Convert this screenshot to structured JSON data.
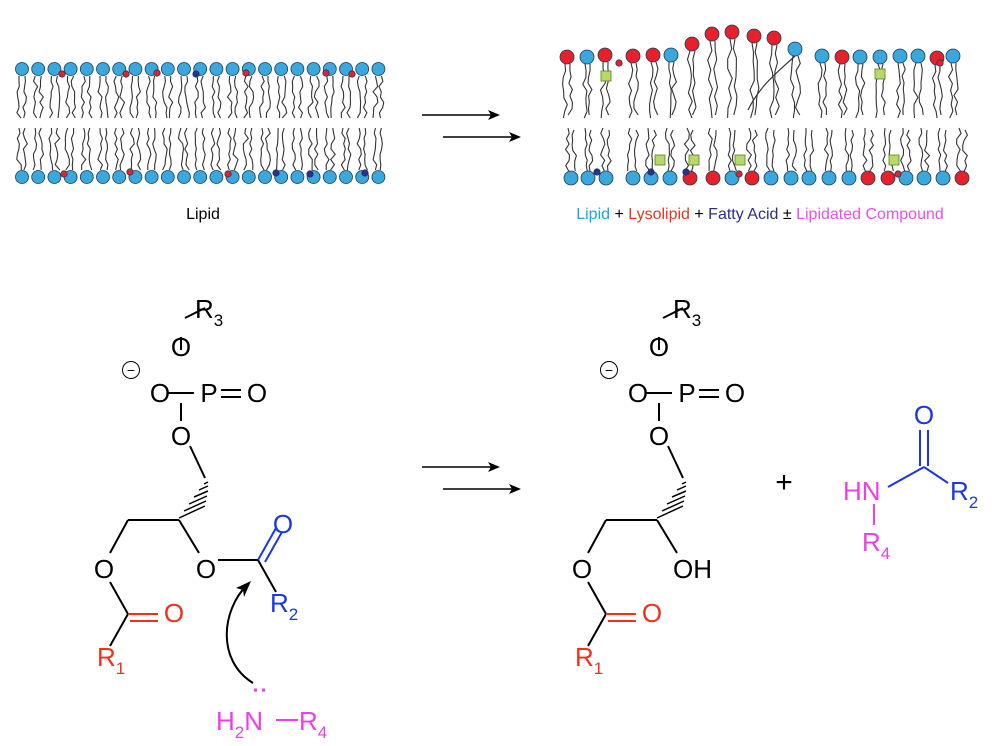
{
  "membrane": {
    "left_caption": "Lipid",
    "legend": [
      {
        "text": "Lipid",
        "color": "#1ea5e0"
      },
      {
        "text": " + ",
        "color": "#000000"
      },
      {
        "text": "Lysolipid",
        "color": "#e8361b"
      },
      {
        "text": " + ",
        "color": "#000000"
      },
      {
        "text": "Fatty Acid",
        "color": "#2b2e85"
      },
      {
        "text": " ± ",
        "color": "#000000"
      },
      {
        "text": "Lipidated Compound",
        "color": "#ec4fe8"
      }
    ]
  },
  "colors": {
    "lipid": "#3aa7dd",
    "lysolipid": "#e8202a",
    "fatty_acid": "#2d2f8a",
    "compound": "#b7d96a",
    "acyl_r1": "#f0301a",
    "acyl_r2": "#1a37e0",
    "amine": "#ec3fe8",
    "bond": "#000000"
  },
  "reactant": {
    "r3": "R",
    "r3_sub": "3",
    "o_top": "O",
    "o_minus": "O",
    "p": "P",
    "o_double": "O",
    "o_bottom": "O",
    "charge": "−",
    "o_ester1": "O",
    "o_ester2": "O",
    "c_o1": "O",
    "r1": "R",
    "r1_sub": "1",
    "c_o2": "O",
    "r2": "R",
    "r2_sub": "2"
  },
  "amine": {
    "h": "H",
    "h_sub": "2",
    "n": "N",
    "dash": "−",
    "r4": "R",
    "r4_sub": "4",
    "lone_pair": ":"
  },
  "product": {
    "r3": "R",
    "r3_sub": "3",
    "o_top": "O",
    "o_minus": "O",
    "p": "P",
    "o_double": "O",
    "o_bottom": "O",
    "charge": "−",
    "o_ester": "O",
    "oh": "OH",
    "c_o": "O",
    "r1": "R",
    "r1_sub": "1"
  },
  "plus": "+",
  "amide": {
    "o": "O",
    "hn": "HN",
    "r2": "R",
    "r2_sub": "2",
    "r4": "R",
    "r4_sub": "4"
  }
}
